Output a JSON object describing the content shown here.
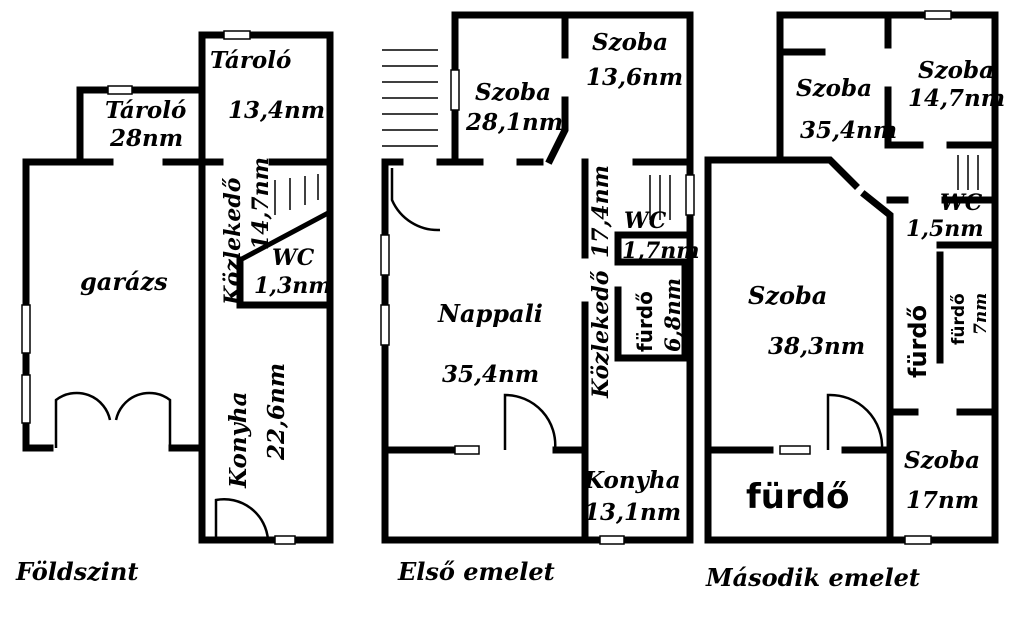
{
  "floors": {
    "ground": {
      "title": "Földszint",
      "rooms": {
        "garage": "garázs",
        "storage1_name": "Tároló",
        "storage1_area": "28nm",
        "storage2_name": "Tároló",
        "storage2_area": "13,4nm",
        "hall_name": "Közlekedő",
        "hall_area": "14,7nm",
        "wc_name": "WC",
        "wc_area": "1,3nm",
        "kitchen_name": "Konyha",
        "kitchen_area": "22,6nm"
      }
    },
    "first": {
      "title": "Első emelet",
      "rooms": {
        "room1_name": "Szoba",
        "room1_area": "28,1nm",
        "room2_name": "Szoba",
        "room2_area": "13,6nm",
        "living_name": "Nappali",
        "living_area": "35,4nm",
        "hall_name": "Közlekedő",
        "hall_area": "17,4nm",
        "wc_name": "WC",
        "wc_area": "1,7nm",
        "bath_name": "fürdő",
        "bath_area": "6,8nm",
        "kitchen_name": "Konyha",
        "kitchen_area": "13,1nm"
      }
    },
    "second": {
      "title": "Második emelet",
      "rooms": {
        "room1_name": "Szoba",
        "room1_area": "35,4nm",
        "room2_name": "Szoba",
        "room2_area": "14,7nm",
        "room3_name": "Szoba",
        "room3_area": "38,3nm",
        "wc_name": "WC",
        "wc_area": "1,5nm",
        "bath1_name": "fürdő",
        "bath2_name": "fürdő",
        "bath2_area": "7nm",
        "bath3_name": "fürdő",
        "room4_name": "Szoba",
        "room4_area": "17nm"
      }
    }
  }
}
